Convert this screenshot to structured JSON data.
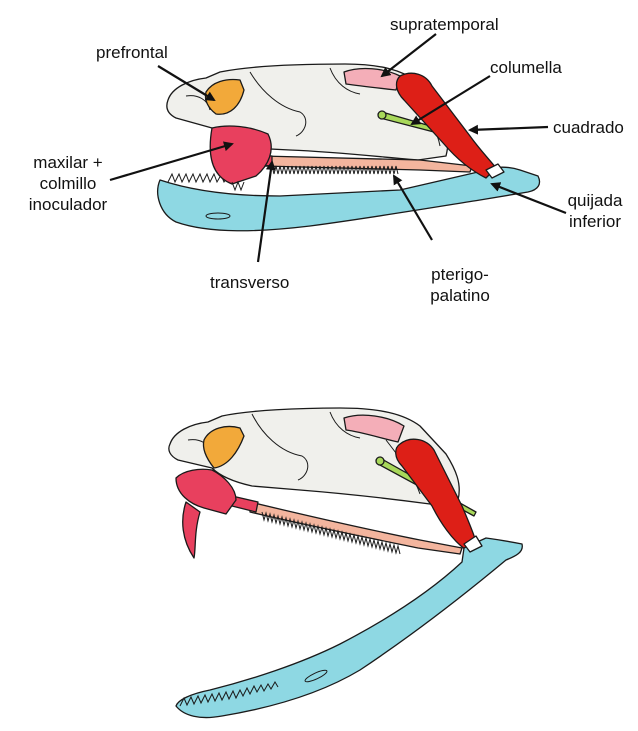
{
  "labels": {
    "prefrontal": "prefrontal",
    "supratemporal": "supratemporal",
    "columella": "columella",
    "cuadrado": "cuadrado",
    "maxilar": "maxilar +\ncolmillo\ninoculador",
    "transverso": "transverso",
    "pterigo": "pterigo-\npalatino",
    "quijada": "quijada\ninferior"
  },
  "colors": {
    "skull": "#f0f0ec",
    "prefrontal": "#f2a93a",
    "supratemporal": "#f4aeb8",
    "columella": "#a8d85a",
    "cuadrado": "#dd1f17",
    "maxilar": "#e8405e",
    "pterigopalatino": "#f3b59e",
    "quijada": "#8ed8e3",
    "outline": "#1a1a1a"
  }
}
